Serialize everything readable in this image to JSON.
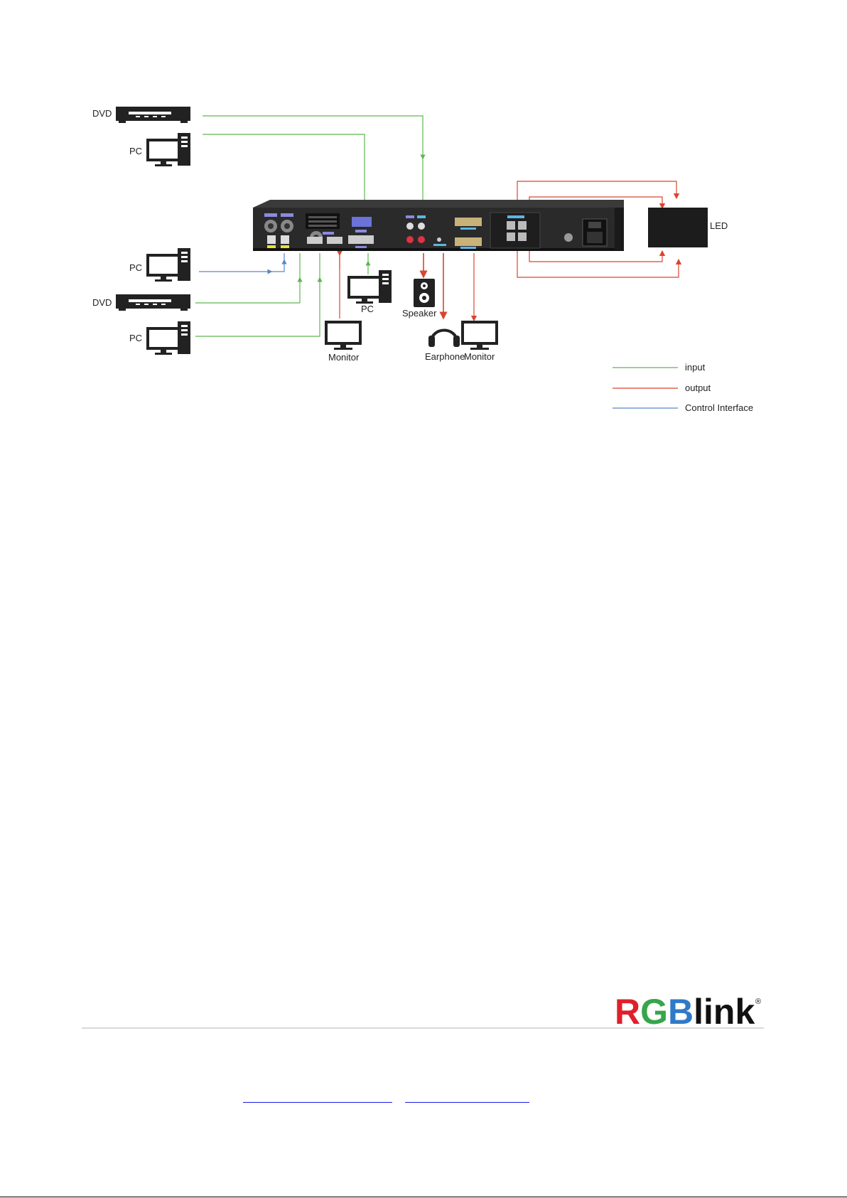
{
  "devices": {
    "dvd_top": "DVD",
    "pc_top": "PC",
    "pc_mid": "PC",
    "dvd_mid": "DVD",
    "pc_low": "PC",
    "pc_under": "PC",
    "speaker": "Speaker",
    "earphone": "Earphone",
    "monitor_left": "Monitor",
    "monitor_right": "Monitor",
    "led": "LED"
  },
  "legend": {
    "input": "input",
    "output": "output",
    "control": "Control Interface"
  },
  "colors": {
    "input": "#5db84f",
    "output": "#d9452f",
    "control": "#5b86c4",
    "device": "#222222"
  },
  "logo": {
    "text_r": "R",
    "text_g": "G",
    "text_b": "B",
    "text_rest": "link",
    "reg": "®",
    "color_r": "#e0202a",
    "color_g": "#36a64a",
    "color_b": "#2f7ac8",
    "color_rest": "#111111"
  },
  "footer": {
    "link1": "",
    "link2": ""
  }
}
